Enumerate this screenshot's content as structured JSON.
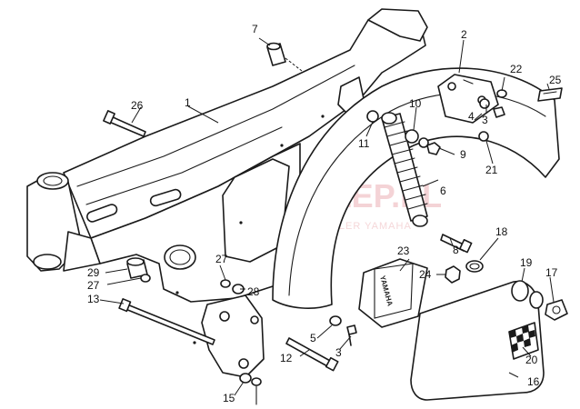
{
  "watermark": {
    "logo": "YAMA-SKLEP.PL",
    "tagline": "BODNIECKOWICZ / DEALER YAMAHA"
  },
  "decal_text": "YAMAHA",
  "callouts": [
    {
      "id": "c1",
      "label": "1"
    },
    {
      "id": "c2",
      "label": "2"
    },
    {
      "id": "c3a",
      "label": "3"
    },
    {
      "id": "c3b",
      "label": "3"
    },
    {
      "id": "c4",
      "label": "4"
    },
    {
      "id": "c5",
      "label": "5"
    },
    {
      "id": "c6",
      "label": "6"
    },
    {
      "id": "c7",
      "label": "7"
    },
    {
      "id": "c8",
      "label": "8"
    },
    {
      "id": "c9",
      "label": "9"
    },
    {
      "id": "c10",
      "label": "10"
    },
    {
      "id": "c11",
      "label": "11"
    },
    {
      "id": "c12",
      "label": "12"
    },
    {
      "id": "c13",
      "label": "13"
    },
    {
      "id": "c15",
      "label": "15"
    },
    {
      "id": "c16",
      "label": "16"
    },
    {
      "id": "c17",
      "label": "17"
    },
    {
      "id": "c18",
      "label": "18"
    },
    {
      "id": "c19",
      "label": "19"
    },
    {
      "id": "c20",
      "label": "20"
    },
    {
      "id": "c21",
      "label": "21"
    },
    {
      "id": "c22",
      "label": "22"
    },
    {
      "id": "c23",
      "label": "23"
    },
    {
      "id": "c24",
      "label": "24"
    },
    {
      "id": "c25",
      "label": "25"
    },
    {
      "id": "c26",
      "label": "26"
    },
    {
      "id": "c27a",
      "label": "27"
    },
    {
      "id": "c27b",
      "label": "27"
    },
    {
      "id": "c28",
      "label": "28"
    },
    {
      "id": "c29",
      "label": "29"
    }
  ]
}
